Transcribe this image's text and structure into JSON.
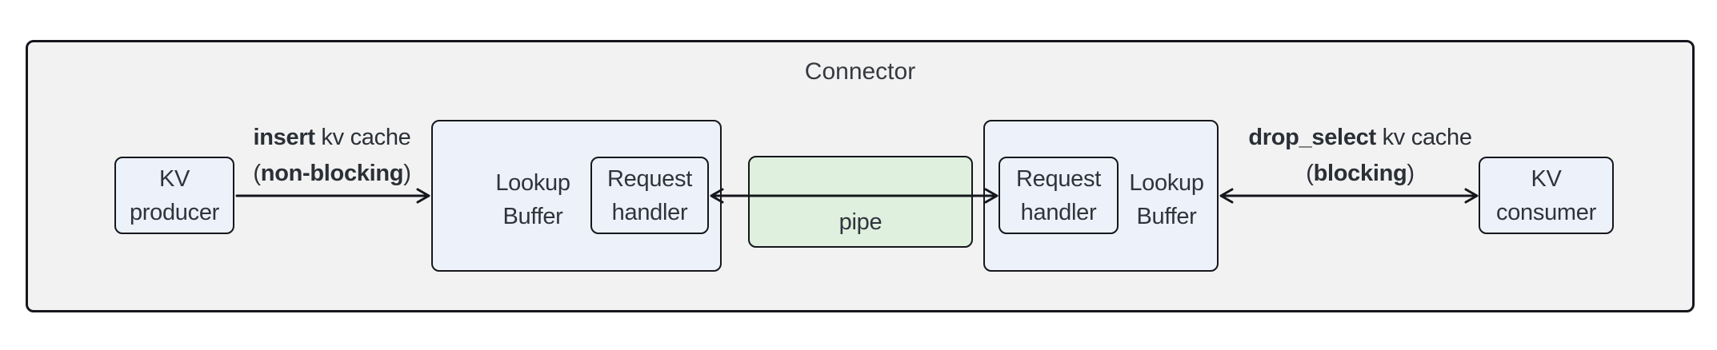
{
  "title": "Connector",
  "colors": {
    "outer_fill": "#f2f2f2",
    "node_fill": "#edf1fa",
    "pipe_fill": "#dff0df",
    "border": "#15171c",
    "text": "#2f343c"
  },
  "nodes": {
    "kv_producer": {
      "line1": "KV",
      "line2": "producer"
    },
    "lookup_buffer_left": {
      "line1": "Lookup",
      "line2": "Buffer"
    },
    "request_handler_left": {
      "line1": "Request",
      "line2": "handler"
    },
    "pipe": {
      "label": "pipe"
    },
    "request_handler_right": {
      "line1": "Request",
      "line2": "handler"
    },
    "lookup_buffer_right": {
      "line1": "Lookup",
      "line2": "Buffer"
    },
    "kv_consumer": {
      "line1": "KV",
      "line2": "consumer"
    }
  },
  "edges": {
    "insert": {
      "verb": "insert",
      "object": " kv cache",
      "paren_open": "(",
      "mode": "non-blocking",
      "paren_close": ")"
    },
    "drop_select": {
      "verb": "drop_select",
      "object": " kv cache",
      "paren_open": "(",
      "mode": "blocking",
      "paren_close": ")"
    }
  }
}
